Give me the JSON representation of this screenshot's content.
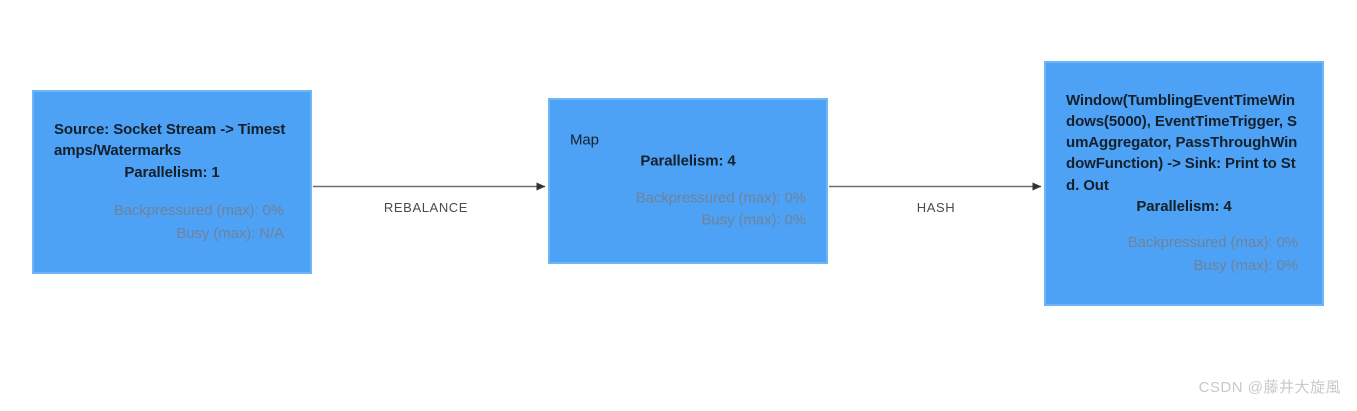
{
  "diagram": {
    "type": "flink-job-graph",
    "background_color": "#ffffff",
    "node_fill_color": "#4da2f5",
    "node_border_color": "#6cb6f8",
    "metric_text_color": "#70829b",
    "title_text_color": "#15202b",
    "edge_color": "#707070",
    "nodes": [
      {
        "id": "source",
        "title": "Source: Socket Stream -> Timestamps/Watermarks",
        "title_bold": true,
        "parallelism_label": "Parallelism: 1",
        "metrics": [
          "Backpressured (max): 0%",
          "Busy (max): N/A"
        ]
      },
      {
        "id": "map",
        "title": "Map",
        "title_bold": false,
        "parallelism_label": "Parallelism: 4",
        "metrics": [
          "Backpressured (max): 0%",
          "Busy (max): 0%"
        ]
      },
      {
        "id": "window",
        "title": "Window(TumblingEventTimeWindows(5000), EventTimeTrigger, SumAggregator, PassThroughWindowFunction) -> Sink: Print to Std. Out",
        "title_bold": true,
        "parallelism_label": "Parallelism: 4",
        "metrics": [
          "Backpressured (max): 0%",
          "Busy (max): 0%"
        ]
      }
    ],
    "edges": [
      {
        "id": "source-to-map",
        "label": "REBALANCE",
        "from": "source",
        "to": "map"
      },
      {
        "id": "map-to-window",
        "label": "HASH",
        "from": "map",
        "to": "window"
      }
    ]
  },
  "watermark": {
    "text": "CSDN @藤井大旋風"
  }
}
